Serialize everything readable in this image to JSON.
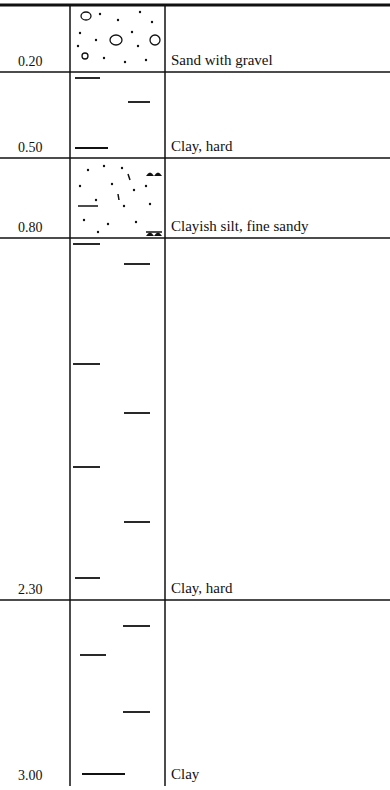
{
  "diagram": {
    "nodes": [
      {
        "text": [
          "Sand with gravel"
        ]
      },
      {
        "text": [
          "Clay, hard"
        ]
      },
      {
        "text": [
          "Clayish silt, fine sandy"
        ]
      },
      {
        "text": [
          "Clay, hard"
        ]
      },
      {
        "text": [
          "Clay"
        ]
      }
    ],
    "labels": [
      "0.20",
      "0.50",
      "0.80",
      "2.30",
      "3.00"
    ]
  }
}
